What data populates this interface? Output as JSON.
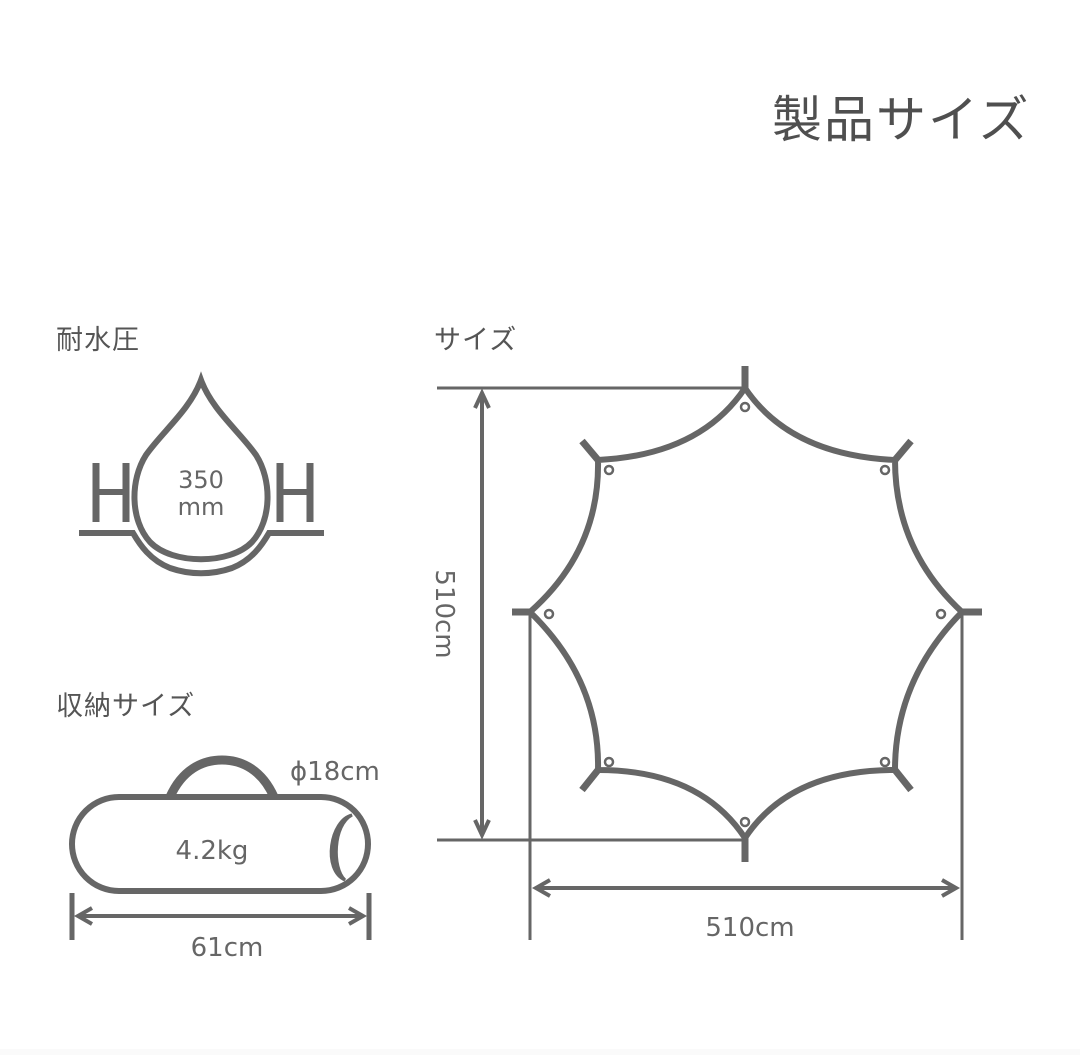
{
  "page": {
    "title": "製品サイズ"
  },
  "sections": {
    "water_resistance": {
      "label": "耐水圧",
      "value": "350",
      "unit": "mm",
      "icon": "water-drop-icon"
    },
    "storage": {
      "label": "収納サイズ",
      "diameter": "ϕ18cm",
      "weight": "4.2kg",
      "length": "61cm",
      "icon": "carry-bag-icon"
    },
    "size": {
      "label": "サイズ",
      "height": "510cm",
      "width": "510cm",
      "icon": "octagon-tarp-icon"
    }
  },
  "colors": {
    "line": "#666666",
    "text": "#555555",
    "background": "#ffffff"
  }
}
